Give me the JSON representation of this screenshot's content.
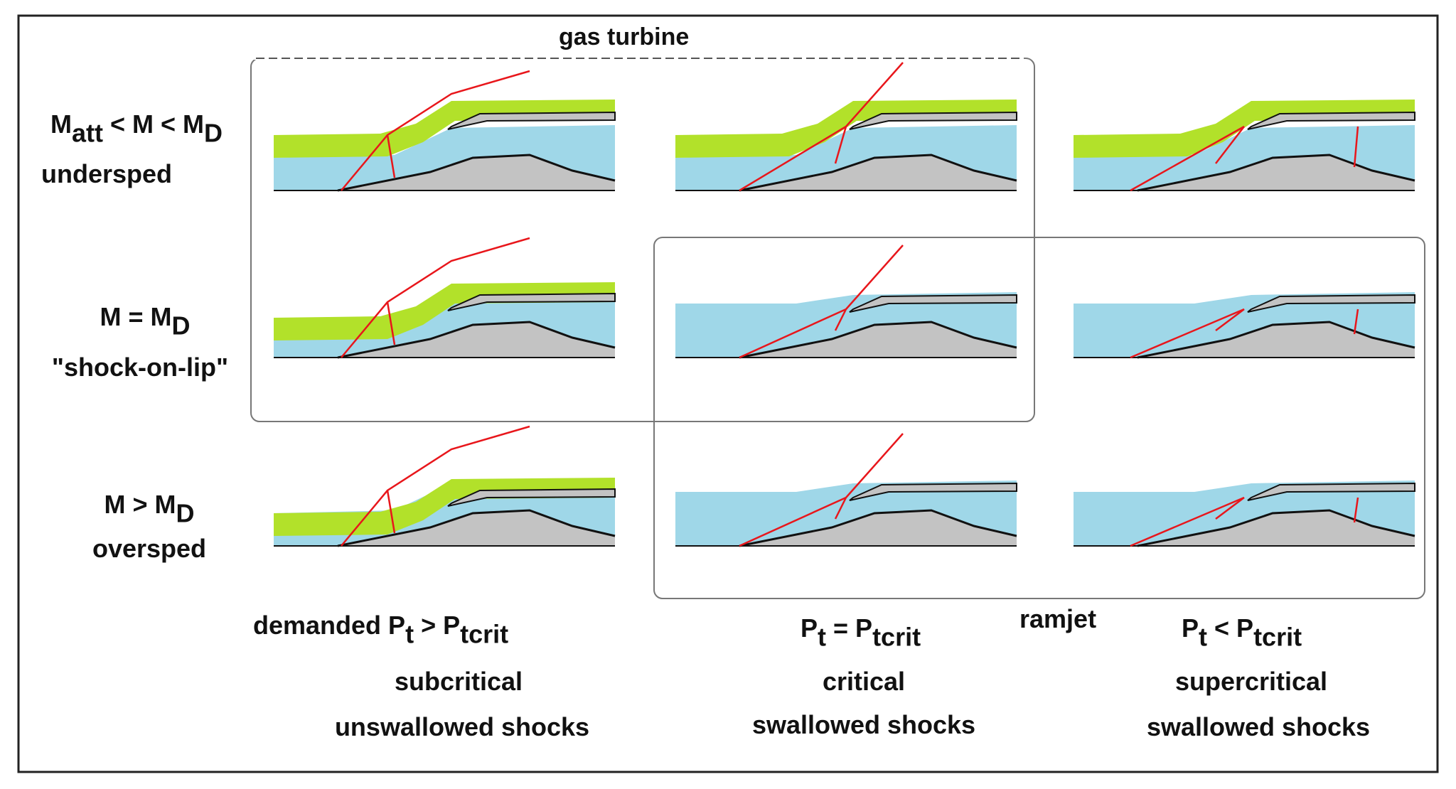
{
  "title": "gas turbine",
  "group_label_ramjet": "ramjet",
  "rows": [
    {
      "line1": {
        "main": "M",
        "sub": "att",
        "mid": " < M < M",
        "sub2": "D"
      },
      "line2": "undersped"
    },
    {
      "line1": {
        "main": "M = M",
        "sub": "D"
      },
      "line2": "\"shock-on-lip\""
    },
    {
      "line1": {
        "main": "M > M",
        "sub": "D"
      },
      "line2": "oversped"
    }
  ],
  "columns": [
    {
      "prefix": "demanded ",
      "main": "P",
      "sub": "t",
      "mid": " > P",
      "sub2": "tcrit",
      "line2": "subcritical",
      "line3": "unswallowed shocks"
    },
    {
      "prefix": "",
      "main": "P",
      "sub": "t",
      "mid": " = P",
      "sub2": "tcrit",
      "line2": "critical",
      "line3": "swallowed shocks"
    },
    {
      "prefix": "",
      "main": "P",
      "sub": "t",
      "mid": " < P",
      "sub2": "tcrit",
      "line2": "supercritical",
      "line3": "swallowed shocks"
    }
  ],
  "colors": {
    "bypass": "#b2e12a",
    "core": "#9fd7e8",
    "cone": "#c3c3c3",
    "shock": "#e8161b",
    "outline": "#111111",
    "box": "#777777"
  }
}
